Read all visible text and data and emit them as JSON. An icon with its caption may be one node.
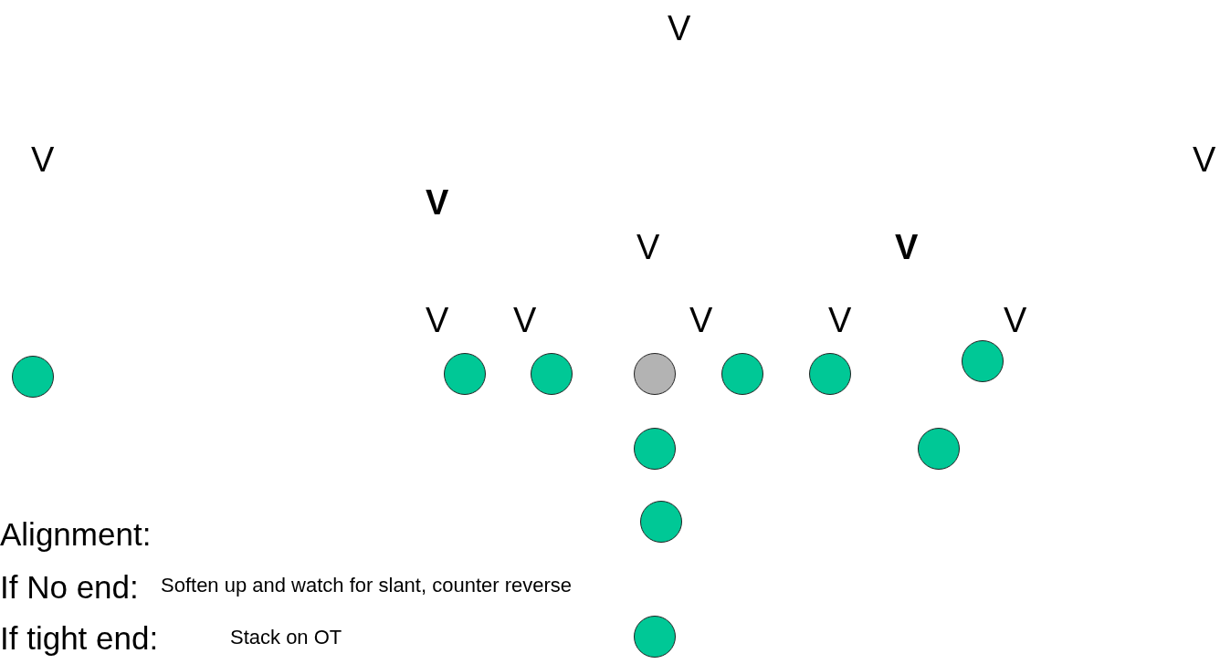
{
  "diagram": {
    "nodes": [
      {
        "text": [],
        "shape": "circle"
      },
      {
        "text": [],
        "shape": "circle"
      },
      {
        "text": [],
        "shape": "circle"
      },
      {
        "text": [],
        "shape": "circle"
      },
      {
        "text": [],
        "shape": "circle"
      },
      {
        "text": [],
        "shape": "circle"
      },
      {
        "text": [],
        "shape": "circle"
      },
      {
        "text": [],
        "shape": "circle"
      },
      {
        "text": [],
        "shape": "circle"
      },
      {
        "text": [],
        "shape": "circle"
      },
      {
        "text": [],
        "shape": "circle"
      }
    ],
    "edges": [],
    "labels": [
      "V",
      "V",
      "V",
      "V",
      "V",
      "V",
      "V",
      "V",
      "V",
      "V",
      "V",
      "Alignment:",
      "If No end:",
      "Soften up and watch for slant, counter reverse",
      "If tight end:",
      "Stack on OT"
    ]
  }
}
